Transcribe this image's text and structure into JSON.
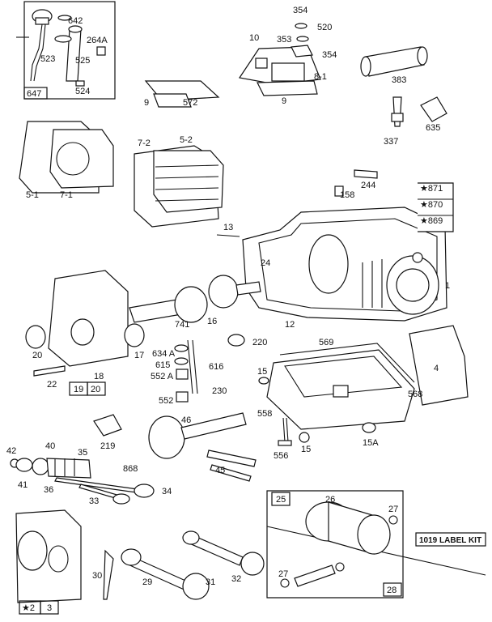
{
  "labels": {
    "l642": "642",
    "l264a": "264A",
    "l523": "523",
    "l525": "525",
    "l524": "524",
    "l647": "647",
    "l354a": "354",
    "l520": "520",
    "l10": "10",
    "l353": "353",
    "l354b": "354",
    "l8_1": "8-1",
    "l9a": "9",
    "l572": "572",
    "l9b": "9",
    "l383": "383",
    "l337": "337",
    "l635": "635",
    "l5_1": "5-1",
    "l7_1": "7-1",
    "l7_2": "7-2",
    "l5_2": "5-2",
    "l158": "158",
    "l244": "244",
    "l871": "★871",
    "l870": "★870",
    "l869": "★869",
    "l13": "13",
    "l24": "24",
    "l1": "1",
    "l741": "741",
    "l16": "16",
    "l12": "12",
    "l220": "220",
    "l569": "569",
    "l20a": "20",
    "l18": "18",
    "l17": "17",
    "l22": "22",
    "l19": "19",
    "l20b": "20",
    "l634a": "634 A",
    "l615": "615",
    "l552a": "552 A",
    "l616": "616",
    "l552": "552",
    "l230": "230",
    "l15a": "15",
    "l558": "558",
    "l556": "556",
    "l15b": "15",
    "l15A": "15A",
    "l568": "568",
    "l4": "4",
    "l46": "46",
    "l219": "219",
    "l45": "45",
    "l42": "42",
    "l40": "40",
    "l35": "35",
    "l41": "41",
    "l36": "36",
    "l868": "868",
    "l34": "34",
    "l33": "33",
    "l25": "25",
    "l26": "26",
    "l27a": "27",
    "l27b": "27",
    "l28": "28",
    "l30": "30",
    "l29": "29",
    "l31": "31",
    "l32": "32",
    "l2": "★2",
    "l3": "3"
  },
  "label_kit": "1019 LABEL KIT"
}
